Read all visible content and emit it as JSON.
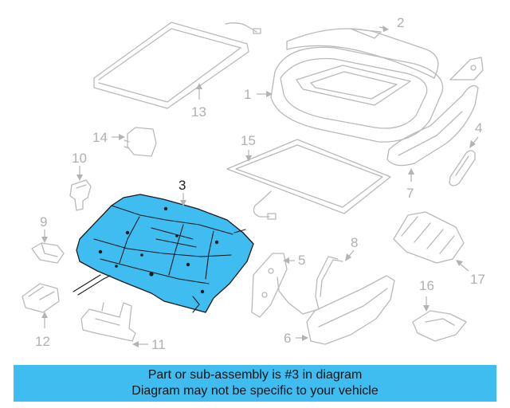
{
  "highlighted_part": "3",
  "callouts": {
    "c1": "1",
    "c2": "2",
    "c3": "3",
    "c4": "4",
    "c5": "5",
    "c6": "6",
    "c7": "7",
    "c8": "8",
    "c9": "9",
    "c10": "10",
    "c11": "11",
    "c12": "12",
    "c13": "13",
    "c14": "14",
    "c15": "15",
    "c16": "16",
    "c17": "17"
  },
  "colors": {
    "highlight": "#3fbdf0",
    "banner": "#3fbdf0",
    "part_outline": "#b9b9b9",
    "callout_text": "#b0b0b0"
  },
  "banner": {
    "line1": "Part or sub-assembly is #3 in diagram",
    "line2": "Diagram may not be specific to your vehicle"
  }
}
